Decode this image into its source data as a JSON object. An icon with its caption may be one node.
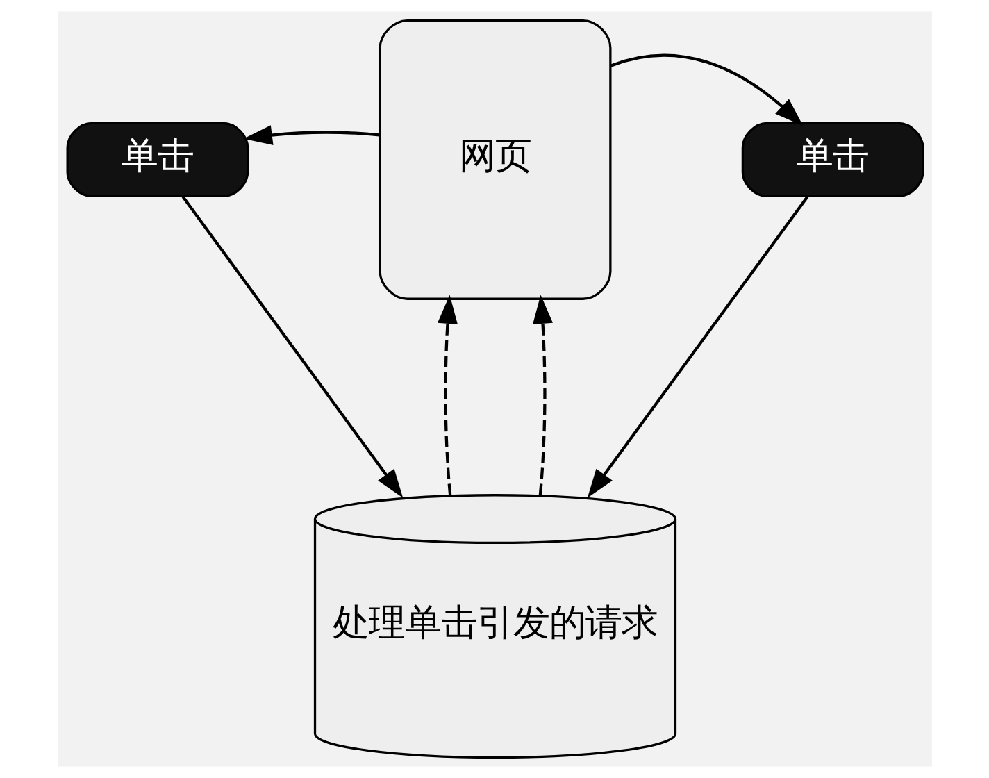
{
  "diagram": {
    "nodes": [
      {
        "text": [
          "单击"
        ]
      },
      {
        "text": [
          "网页"
        ]
      },
      {
        "text": [
          "单击"
        ]
      },
      {
        "text": [
          "处理单击引发的请求"
        ]
      }
    ],
    "edges": [
      {
        "from": 1,
        "to": 0,
        "arrow": "to"
      },
      {
        "from": 1,
        "to": 2,
        "arrow": "to"
      },
      {
        "from": 0,
        "to": 3,
        "arrow": "to"
      },
      {
        "from": 2,
        "to": 3,
        "arrow": "to"
      },
      {
        "from": 3,
        "to": 1,
        "arrow": "to",
        "style": "dashed"
      },
      {
        "from": 3,
        "to": 1,
        "arrow": "to",
        "style": "dashed"
      }
    ]
  }
}
